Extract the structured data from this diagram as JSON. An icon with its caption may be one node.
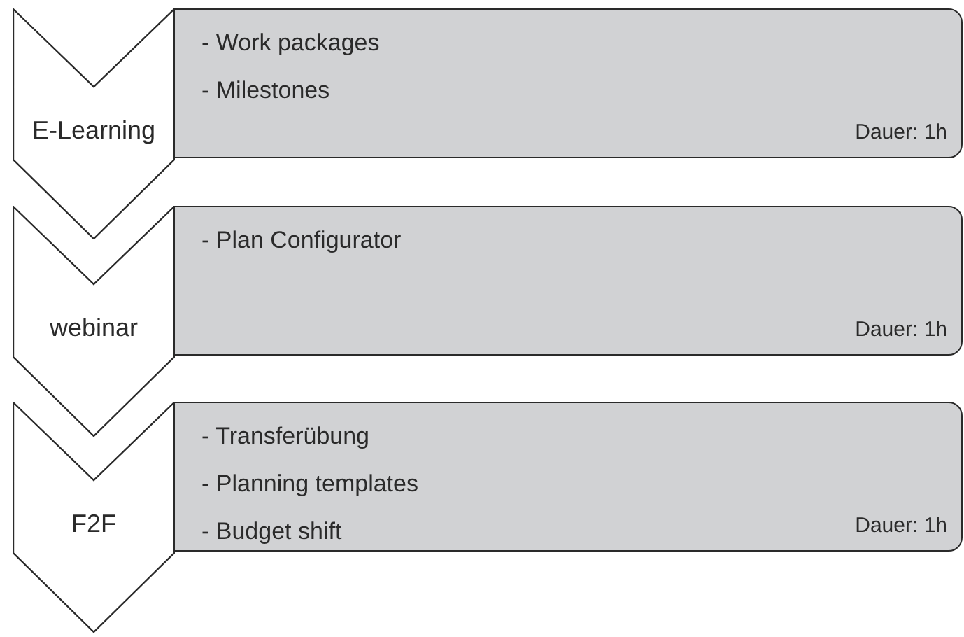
{
  "diagram": {
    "nodes": [
      {
        "text": [
          "E-Learning"
        ]
      },
      {
        "text": [
          "- Work packages",
          "- Milestones",
          "Dauer: 1h"
        ]
      },
      {
        "text": [
          "webinar"
        ]
      },
      {
        "text": [
          "- Plan Configurator",
          "Dauer: 1h"
        ]
      },
      {
        "text": [
          "F2F"
        ]
      },
      {
        "text": [
          "- Transferübung",
          "- Planning templates",
          "- Budget shift",
          "Dauer: 1h"
        ]
      }
    ]
  }
}
